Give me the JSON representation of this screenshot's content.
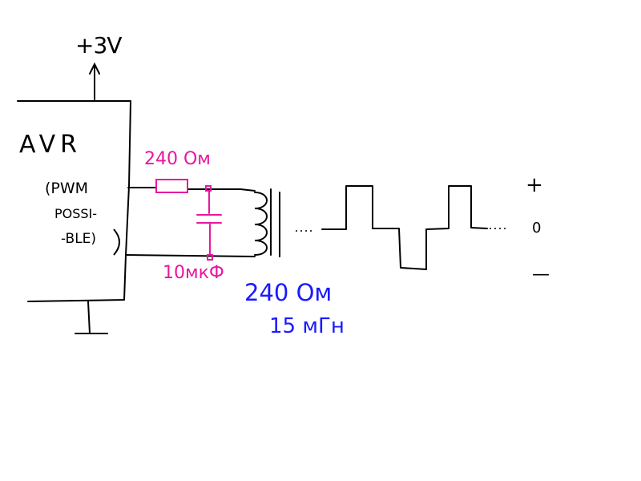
{
  "supply": {
    "label": "+3V"
  },
  "chip": {
    "name": "AVR",
    "note_lines": [
      "(PWM",
      "POSSI-",
      "-BLE)"
    ]
  },
  "resistor": {
    "label": "240 Ом"
  },
  "capacitor": {
    "label": "10мкФ"
  },
  "coil": {
    "line1": "240 Ом",
    "line2": "15 мГн"
  },
  "levels": {
    "plus": "+",
    "zero": "0",
    "minus": "—"
  },
  "colors": {
    "ink": "#000000",
    "components": "#e8179f",
    "coil_note": "#1a1aff"
  },
  "icons": {
    "waveform": "square-wave-icon",
    "ground": "ground-icon",
    "transformer": "transformer-icon"
  }
}
